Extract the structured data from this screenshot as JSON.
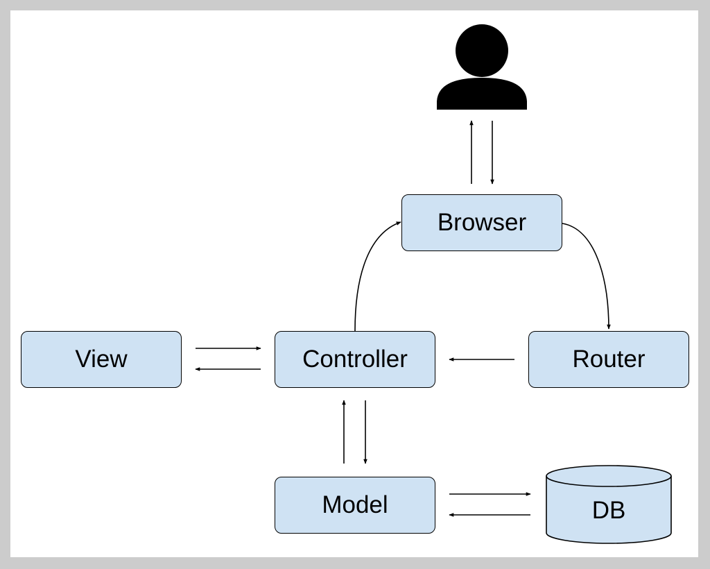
{
  "diagram": {
    "nodes": {
      "browser": "Browser",
      "view": "View",
      "controller": "Controller",
      "router": "Router",
      "model": "Model",
      "db": "DB"
    },
    "icons": {
      "user": "user-icon",
      "database": "database-icon"
    },
    "colors": {
      "node_fill": "#cfe2f3",
      "stroke": "#000000",
      "background": "#ffffff",
      "border": "#cccccc"
    }
  }
}
